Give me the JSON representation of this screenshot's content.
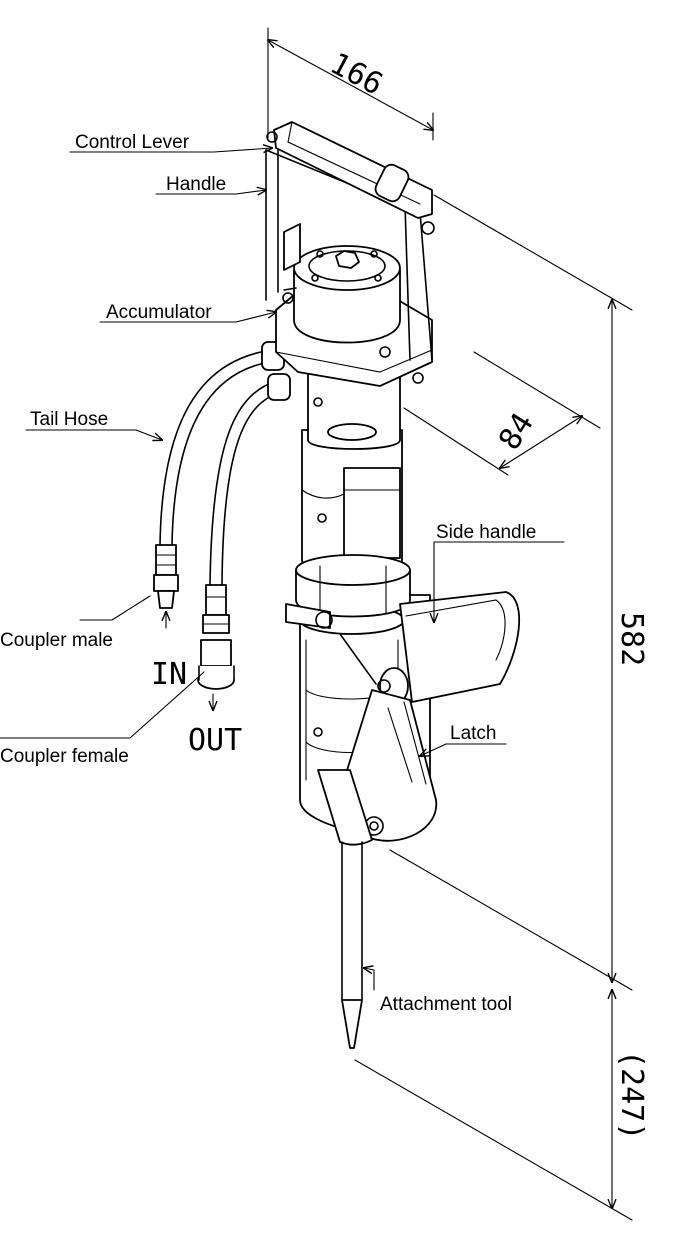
{
  "labels": {
    "control_lever": "Control Lever",
    "handle": "Handle",
    "accumulator": "Accumulator",
    "tail_hose": "Tail Hose",
    "side_handle": "Side handle",
    "coupler_male": "Coupler male",
    "coupler_female": "Coupler female",
    "latch": "Latch",
    "attachment_tool": "Attachment tool",
    "in": "IN",
    "out": "OUT"
  },
  "dimensions": {
    "width": "166",
    "depth": "84",
    "height": "582",
    "tool_length": "(247)"
  }
}
